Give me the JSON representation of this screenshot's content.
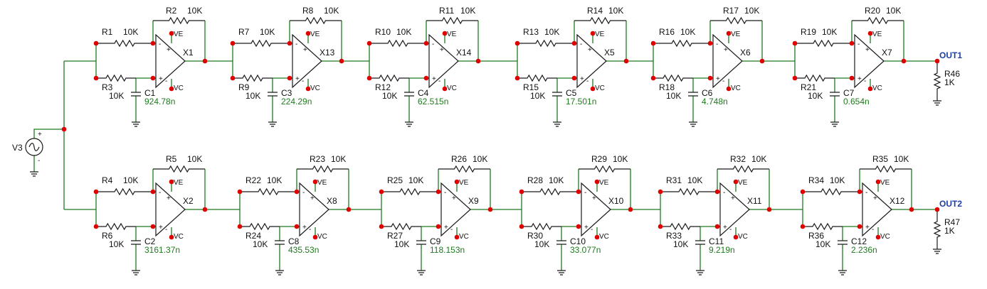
{
  "colors": {
    "wire": "#1f7a1f",
    "part": "#1a1a1a",
    "junction": "#e00000",
    "label": "#111111",
    "value": "#1f7a1f",
    "port": "#1f3fa8"
  },
  "source": {
    "name": "V3"
  },
  "pin_labels": {
    "plus": "+",
    "minus": "-"
  },
  "power": {
    "ve": "VE",
    "vc": "VC"
  },
  "rows": [
    {
      "output": {
        "port": "OUT1",
        "load_name": "R46",
        "load_value": "1K"
      },
      "stages": [
        {
          "opamp": "X1",
          "rin": "R1",
          "rin_value": "10K",
          "rf": "R2",
          "rf_value": "10K",
          "rc": "R3",
          "rc_value": "10K",
          "cap": "C1",
          "cap_value": "924.78n"
        },
        {
          "opamp": "X13",
          "rin": "R7",
          "rin_value": "10K",
          "rf": "R8",
          "rf_value": "10K",
          "rc": "R9",
          "rc_value": "10K",
          "cap": "C3",
          "cap_value": "224.29n"
        },
        {
          "opamp": "X14",
          "rin": "R10",
          "rin_value": "10K",
          "rf": "R11",
          "rf_value": "10K",
          "rc": "R12",
          "rc_value": "10K",
          "cap": "C4",
          "cap_value": "62.515n"
        },
        {
          "opamp": "X5",
          "rin": "R13",
          "rin_value": "10K",
          "rf": "R14",
          "rf_value": "10K",
          "rc": "R15",
          "rc_value": "10K",
          "cap": "C5",
          "cap_value": "17.501n"
        },
        {
          "opamp": "X6",
          "rin": "R16",
          "rin_value": "10K",
          "rf": "R17",
          "rf_value": "10K",
          "rc": "R18",
          "rc_value": "10K",
          "cap": "C6",
          "cap_value": "4.748n"
        },
        {
          "opamp": "X7",
          "rin": "R19",
          "rin_value": "10K",
          "rf": "R20",
          "rf_value": "10K",
          "rc": "R21",
          "rc_value": "10K",
          "cap": "C7",
          "cap_value": "0.654n"
        }
      ]
    },
    {
      "output": {
        "port": "OUT2",
        "load_name": "R47",
        "load_value": "1K"
      },
      "stages": [
        {
          "opamp": "X2",
          "rin": "R4",
          "rin_value": "10K",
          "rf": "R5",
          "rf_value": "10K",
          "rc": "R6",
          "rc_value": "10K",
          "cap": "C2",
          "cap_value": "3161.37n"
        },
        {
          "opamp": "X8",
          "rin": "R22",
          "rin_value": "10K",
          "rf": "R23",
          "rf_value": "10K",
          "rc": "R24",
          "rc_value": "10K",
          "cap": "C8",
          "cap_value": "435.53n"
        },
        {
          "opamp": "X9",
          "rin": "R25",
          "rin_value": "10K",
          "rf": "R26",
          "rf_value": "10K",
          "rc": "R27",
          "rc_value": "10K",
          "cap": "C9",
          "cap_value": "118.153n"
        },
        {
          "opamp": "X10",
          "rin": "R28",
          "rin_value": "10K",
          "rf": "R29",
          "rf_value": "10K",
          "rc": "R30",
          "rc_value": "10K",
          "cap": "C10",
          "cap_value": "33.077n"
        },
        {
          "opamp": "X11",
          "rin": "R31",
          "rin_value": "10K",
          "rf": "R32",
          "rf_value": "10K",
          "rc": "R33",
          "rc_value": "10K",
          "cap": "C11",
          "cap_value": "9.219n"
        },
        {
          "opamp": "X12",
          "rin": "R34",
          "rin_value": "10K",
          "rf": "R35",
          "rf_value": "10K",
          "rc": "R36",
          "rc_value": "10K",
          "cap": "C12",
          "cap_value": "2.236n"
        }
      ]
    }
  ]
}
